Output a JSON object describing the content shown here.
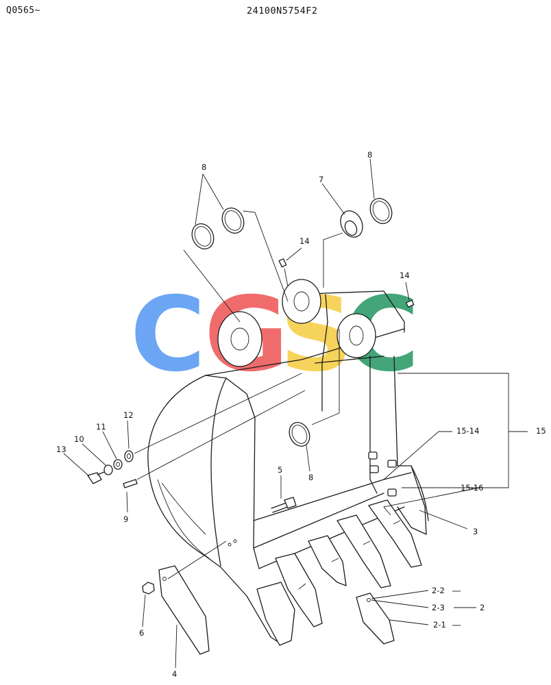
{
  "header": {
    "left_code": "Q0565~",
    "part_number": "24100N5754F2"
  },
  "watermark": {
    "letters": [
      "C",
      "G",
      "S",
      "C"
    ],
    "colors": [
      "#5b9cf2",
      "#ef5d5d",
      "#f6cf4a",
      "#2f9c6a"
    ]
  },
  "callouts": {
    "c8a": "8",
    "c8b": "8",
    "c8c": "8",
    "c7": "7",
    "c14a": "14",
    "c14b": "14",
    "c15_14": "15-14",
    "c15": "15",
    "c15_16": "15-16",
    "c12": "12",
    "c11": "11",
    "c10": "10",
    "c13": "13",
    "c9": "9",
    "c5": "5",
    "c3": "3",
    "c2_2": "2-2",
    "c2_3": "2-3",
    "c2": "2",
    "c2_1": "2-1",
    "c6": "6",
    "c4": "4"
  }
}
